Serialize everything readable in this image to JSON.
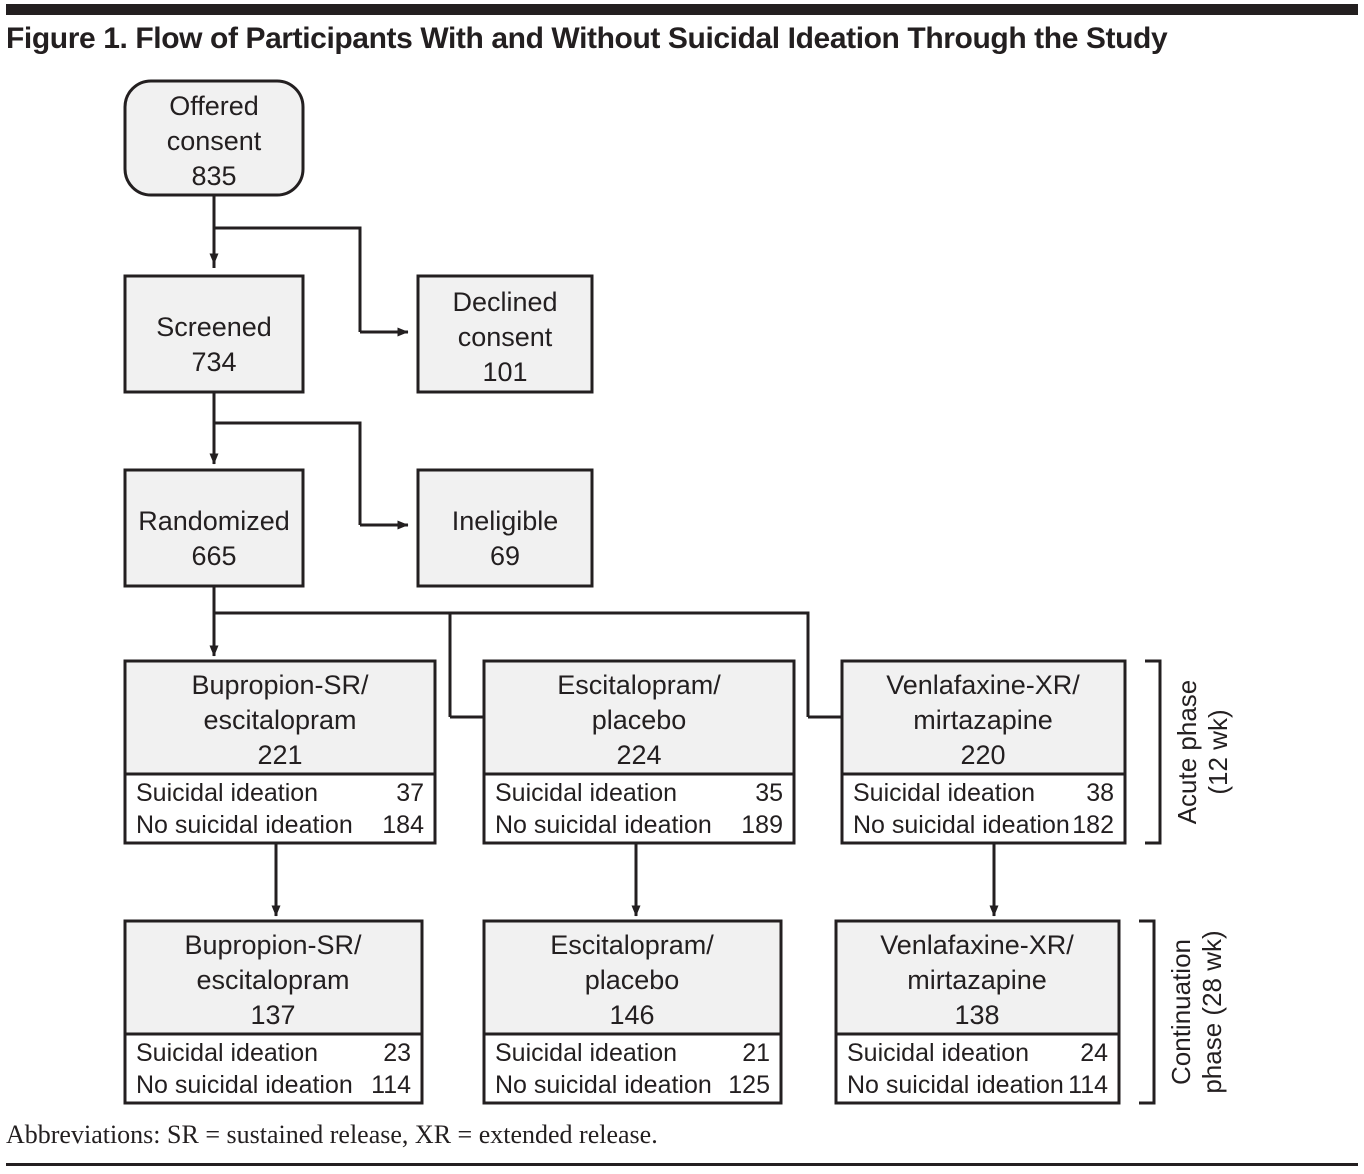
{
  "figure": {
    "title": "Figure 1. Flow of Participants With and Without Suicidal Ideation Through the Study",
    "footnote": "Abbreviations: SR = sustained release, XR = extended release."
  },
  "colors": {
    "ink": "#231f20",
    "box_fill": "#f1f1f1",
    "box_white": "#ffffff",
    "page": "#ffffff"
  },
  "nodes": {
    "offered_consent": {
      "label_line1": "Offered",
      "label_line2": "consent",
      "count": "835",
      "shape": "rounded"
    },
    "screened": {
      "label_line1": "Screened",
      "label_line2": "",
      "count": "734",
      "shape": "rect"
    },
    "declined": {
      "label_line1": "Declined",
      "label_line2": "consent",
      "count": "101",
      "shape": "rect"
    },
    "randomized": {
      "label_line1": "Randomized",
      "label_line2": "",
      "count": "665",
      "shape": "rect"
    },
    "ineligible": {
      "label_line1": "Ineligible",
      "label_line2": "",
      "count": "69",
      "shape": "rect"
    }
  },
  "row_labels": {
    "suicidal": "Suicidal ideation",
    "no_suicidal": "No suicidal ideation"
  },
  "acute": {
    "bracket_label_line1": "Acute phase",
    "bracket_label_line2": "(12 wk)",
    "arms": [
      {
        "line1": "Bupropion-SR/",
        "line2": "escitalopram",
        "count": "221",
        "suicidal": "37",
        "no_suicidal": "184"
      },
      {
        "line1": "Escitalopram/",
        "line2": "placebo",
        "count": "224",
        "suicidal": "35",
        "no_suicidal": "189"
      },
      {
        "line1": "Venlafaxine-XR/",
        "line2": "mirtazapine",
        "count": "220",
        "suicidal": "38",
        "no_suicidal": "182"
      }
    ]
  },
  "continuation": {
    "bracket_label_line1": "Continuation",
    "bracket_label_line2": "phase (28 wk)",
    "arms": [
      {
        "line1": "Bupropion-SR/",
        "line2": "escitalopram",
        "count": "137",
        "suicidal": "23",
        "no_suicidal": "114"
      },
      {
        "line1": "Escitalopram/",
        "line2": "placebo",
        "count": "146",
        "suicidal": "21",
        "no_suicidal": "125"
      },
      {
        "line1": "Venlafaxine-XR/",
        "line2": "mirtazapine",
        "count": "138",
        "suicidal": "24",
        "no_suicidal": "114"
      }
    ]
  },
  "chart_data": {
    "type": "diagram",
    "title": "Figure 1. Flow of Participants With and Without Suicidal Ideation Through the Study",
    "flow": [
      {
        "from": "Offered consent 835",
        "to": "Screened 734"
      },
      {
        "from": "Offered consent 835",
        "to": "Declined consent 101"
      },
      {
        "from": "Screened 734",
        "to": "Randomized 665"
      },
      {
        "from": "Screened 734",
        "to": "Ineligible 69"
      },
      {
        "from": "Randomized 665",
        "to": "Bupropion-SR/escitalopram 221"
      },
      {
        "from": "Randomized 665",
        "to": "Escitalopram/placebo 224"
      },
      {
        "from": "Randomized 665",
        "to": "Venlafaxine-XR/mirtazapine 220"
      },
      {
        "from": "Bupropion-SR/escitalopram 221",
        "to": "Bupropion-SR/escitalopram 137"
      },
      {
        "from": "Escitalopram/placebo 224",
        "to": "Escitalopram/placebo 146"
      },
      {
        "from": "Venlafaxine-XR/mirtazapine 220",
        "to": "Venlafaxine-XR/mirtazapine 138"
      }
    ]
  }
}
